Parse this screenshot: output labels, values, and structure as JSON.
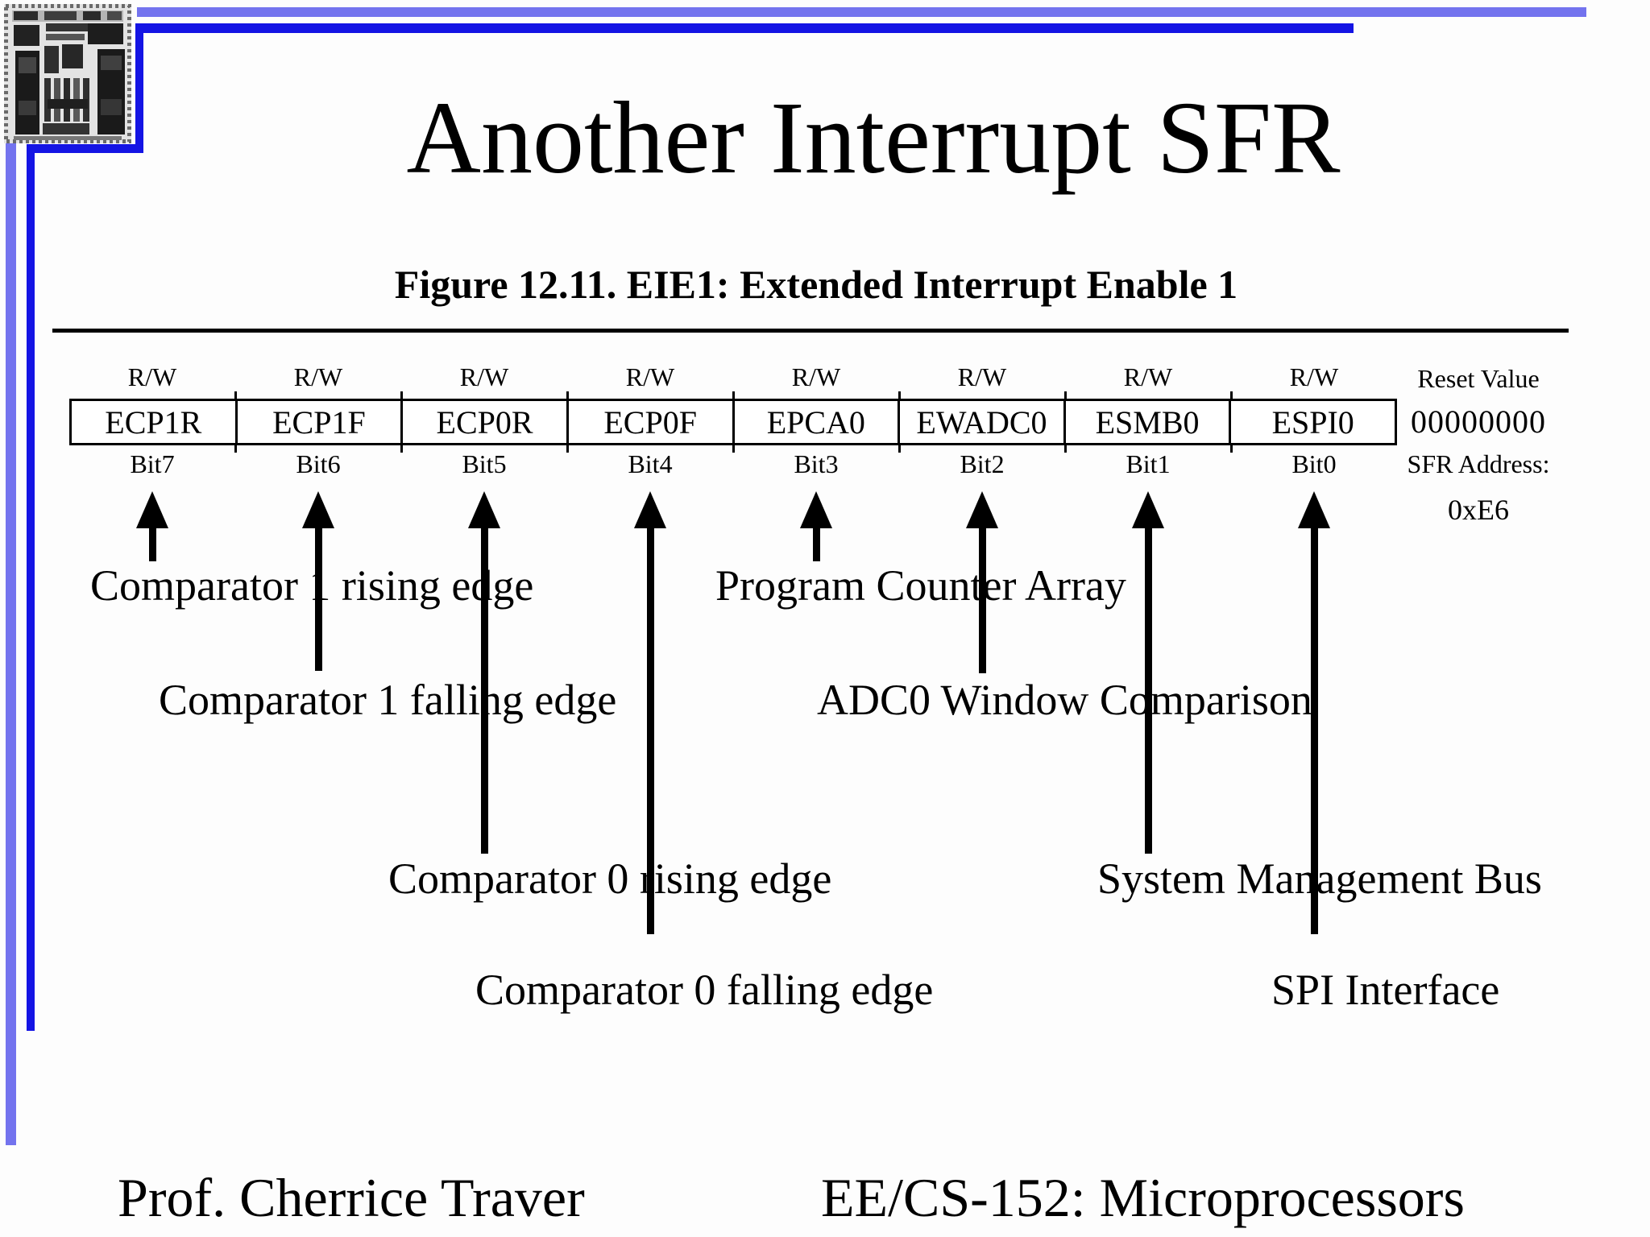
{
  "slide": {
    "title": "Another Interrupt SFR",
    "figure_caption": "Figure 12.11. EIE1: Extended Interrupt Enable 1",
    "footer_left": "Prof. Cherrice Traver",
    "footer_right": "EE/CS-152: Microprocessors"
  },
  "register": {
    "access_label": "R/W",
    "reset_value_label": "Reset Value",
    "reset_value": "00000000",
    "sfr_address_label": "SFR Address:",
    "sfr_address": "0xE6",
    "bits": [
      {
        "name": "ECP1R",
        "bit": "Bit7",
        "annotation": "Comparator 1 rising edge"
      },
      {
        "name": "ECP1F",
        "bit": "Bit6",
        "annotation": "Comparator 1 falling edge"
      },
      {
        "name": "ECP0R",
        "bit": "Bit5",
        "annotation": "Comparator 0 rising edge"
      },
      {
        "name": "ECP0F",
        "bit": "Bit4",
        "annotation": "Comparator 0 falling edge"
      },
      {
        "name": "EPCA0",
        "bit": "Bit3",
        "annotation": "Program Counter Array"
      },
      {
        "name": "EWADC0",
        "bit": "Bit2",
        "annotation": "ADC0 Window Comparison"
      },
      {
        "name": "ESMB0",
        "bit": "Bit1",
        "annotation": "System Management Bus"
      },
      {
        "name": "ESPI0",
        "bit": "Bit0",
        "annotation": "SPI Interface"
      }
    ]
  },
  "colors": {
    "accent-light": "#7373ee",
    "accent-dark": "#1414e4"
  }
}
